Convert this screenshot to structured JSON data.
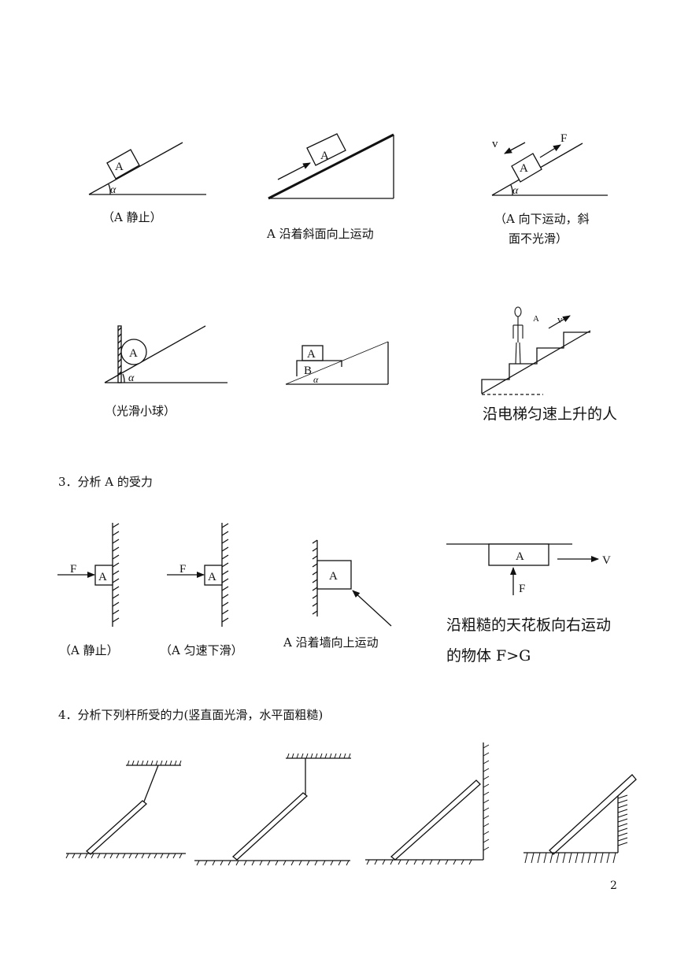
{
  "row1": {
    "fig1": {
      "block": "A",
      "angle": "α",
      "caption": "（A 静止）"
    },
    "fig2": {
      "block": "A",
      "caption": "A 沿着斜面向上运动"
    },
    "fig3": {
      "block": "A",
      "angle": "α",
      "v_label": "v",
      "f_label": "F",
      "caption_line1": "（A 向下运动，斜",
      "caption_line2": "面不光滑）"
    }
  },
  "row2": {
    "fig1": {
      "ball": "A",
      "angle": "α",
      "caption": "（光滑小球）"
    },
    "fig2": {
      "block_top": "A",
      "block_bottom": "B",
      "angle": "α"
    },
    "fig3": {
      "person_label": "A",
      "v_label": "v",
      "caption": "沿电梯匀速上升的人"
    }
  },
  "section3": {
    "heading": "3．分析 A 的受力",
    "fig1": {
      "f_label": "F",
      "block": "A",
      "caption": "（A 静止）"
    },
    "fig2": {
      "f_label": "F",
      "block": "A",
      "caption": "（A 匀速下滑）"
    },
    "fig3": {
      "block": "A",
      "caption": "A 沿着墙向上运动"
    },
    "fig4": {
      "block": "A",
      "v_label": "V",
      "f_label": "F",
      "caption_line1": "沿粗糙的天花板向右运动",
      "caption_line2": "的物体 F>G"
    }
  },
  "section4": {
    "heading": "4．分析下列杆所受的力(竖直面光滑，水平面粗糙)"
  },
  "page_number": "2"
}
